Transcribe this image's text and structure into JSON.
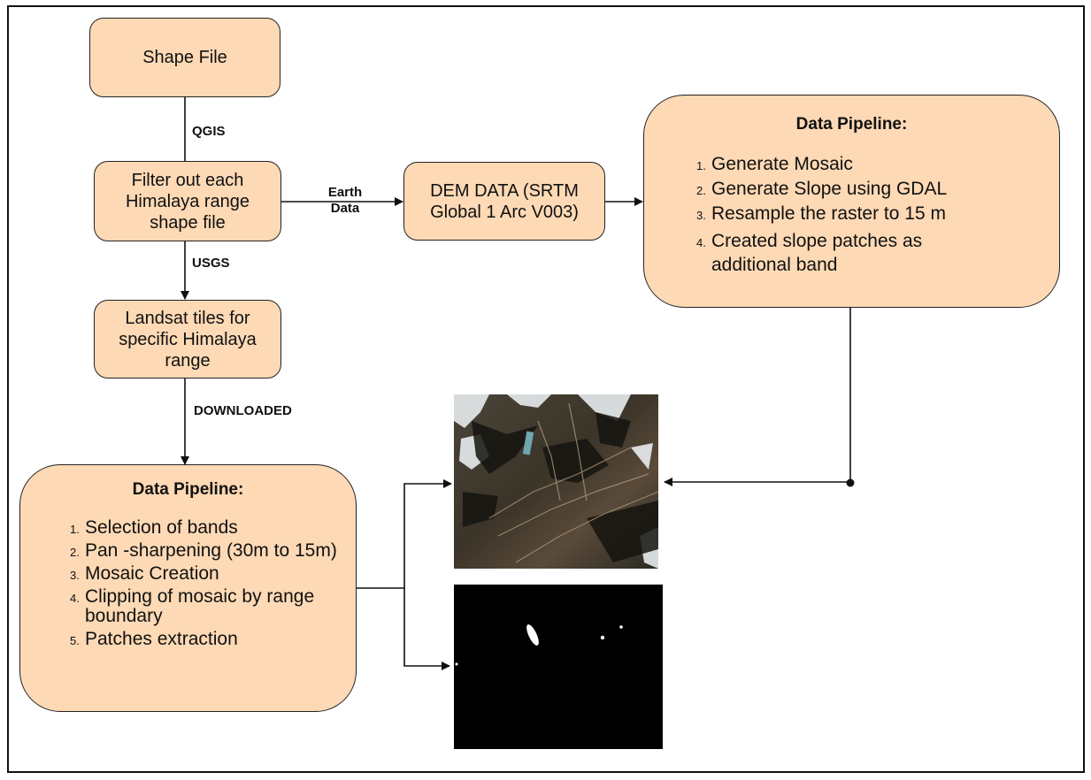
{
  "nodes": {
    "shape_file": "Shape File",
    "filter": "Filter out each Himalaya range shape file",
    "landsat": "Landsat tiles for specific Himalaya range",
    "dem": "DEM DATA (SRTM Global 1 Arc V003)"
  },
  "edges": {
    "qgis": "QGIS",
    "usgs": "USGS",
    "downloaded": "DOWNLOADED",
    "earth_data": "Earth\nData"
  },
  "pipeline_landsat": {
    "title": "Data Pipeline:",
    "steps": [
      "Selection of bands",
      "Pan -sharpening (30m to 15m)",
      "Mosaic Creation",
      "Clipping of mosaic by range  boundary",
      "Patches extraction"
    ]
  },
  "pipeline_dem": {
    "title": "Data Pipeline:",
    "steps": [
      "Generate Mosaic",
      "Generate Slope using GDAL",
      "Resample the raster to 15 m",
      "Created slope patches as additional band"
    ]
  },
  "images": {
    "satellite": "satellite-image-patch-icon",
    "mask": "binary-mask-patch-icon"
  },
  "colors": {
    "box_fill": "#fdd9b5",
    "border": "#222222",
    "mask_bg": "#000000"
  }
}
